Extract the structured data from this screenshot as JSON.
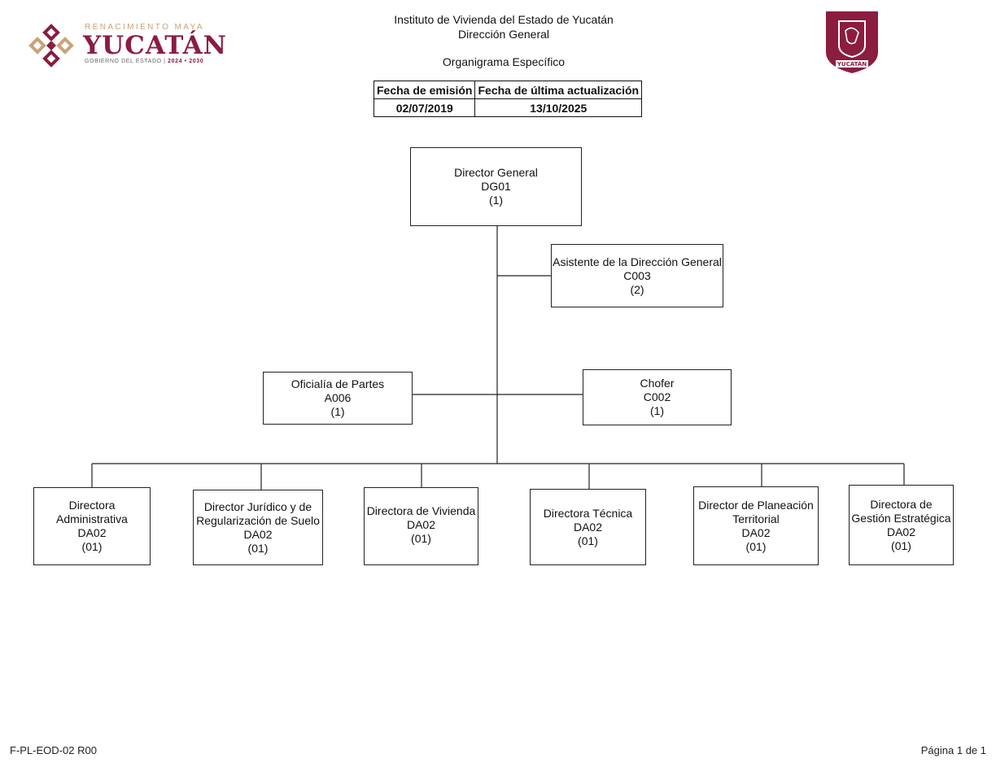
{
  "logo": {
    "tagline": "RENACIMIENTO MAYA",
    "name": "YUCATÁN",
    "subtitle": "GOBIERNO DEL ESTADO",
    "years": "2024 • 2030"
  },
  "shield": {
    "label": "YUCATÁN"
  },
  "header": {
    "institution": "Instituto de Vivienda del Estado de Yucatán",
    "direction": "Dirección General",
    "document_type": "Organigrama Específico"
  },
  "dates": {
    "emission_label": "Fecha de emisión",
    "update_label": "Fecha de última actualización",
    "emission_value": "02/07/2019",
    "update_value": "13/10/2025"
  },
  "org": {
    "root": {
      "title": "Director General",
      "code": "DG01",
      "count": "(1)"
    },
    "assistant": {
      "title": "Asistente de la Dirección General",
      "code": "C003",
      "count": "(2)"
    },
    "oficialia": {
      "title": "Oficialía de Partes",
      "code": "A006",
      "count": "(1)"
    },
    "chofer": {
      "title": "Chofer",
      "code": "C002",
      "count": "(1)"
    },
    "units": [
      {
        "title_1": "Directora",
        "title_2": "Administrativa",
        "code": "DA02",
        "count": "(01)"
      },
      {
        "title_1": "Director Jurídico y de",
        "title_2": "Regularización de Suelo",
        "code": "DA02",
        "count": "(01)"
      },
      {
        "title_1": "Directora de Vivienda",
        "title_2": "",
        "code": "DA02",
        "count": "(01)"
      },
      {
        "title_1": "Directora Técnica",
        "title_2": "",
        "code": "DA02",
        "count": "(01)"
      },
      {
        "title_1": "Director de Planeación",
        "title_2": "Territorial",
        "code": "DA02",
        "count": "(01)"
      },
      {
        "title_1": "Directora de",
        "title_2": "Gestión Estratégica",
        "code": "DA02",
        "count": "(01)"
      }
    ]
  },
  "footer": {
    "code": "F-PL-EOD-02 R00",
    "page": "Página 1 de 1"
  },
  "colors": {
    "brand_maroon": "#8b1d3f",
    "brand_gold": "#c9a27a"
  }
}
